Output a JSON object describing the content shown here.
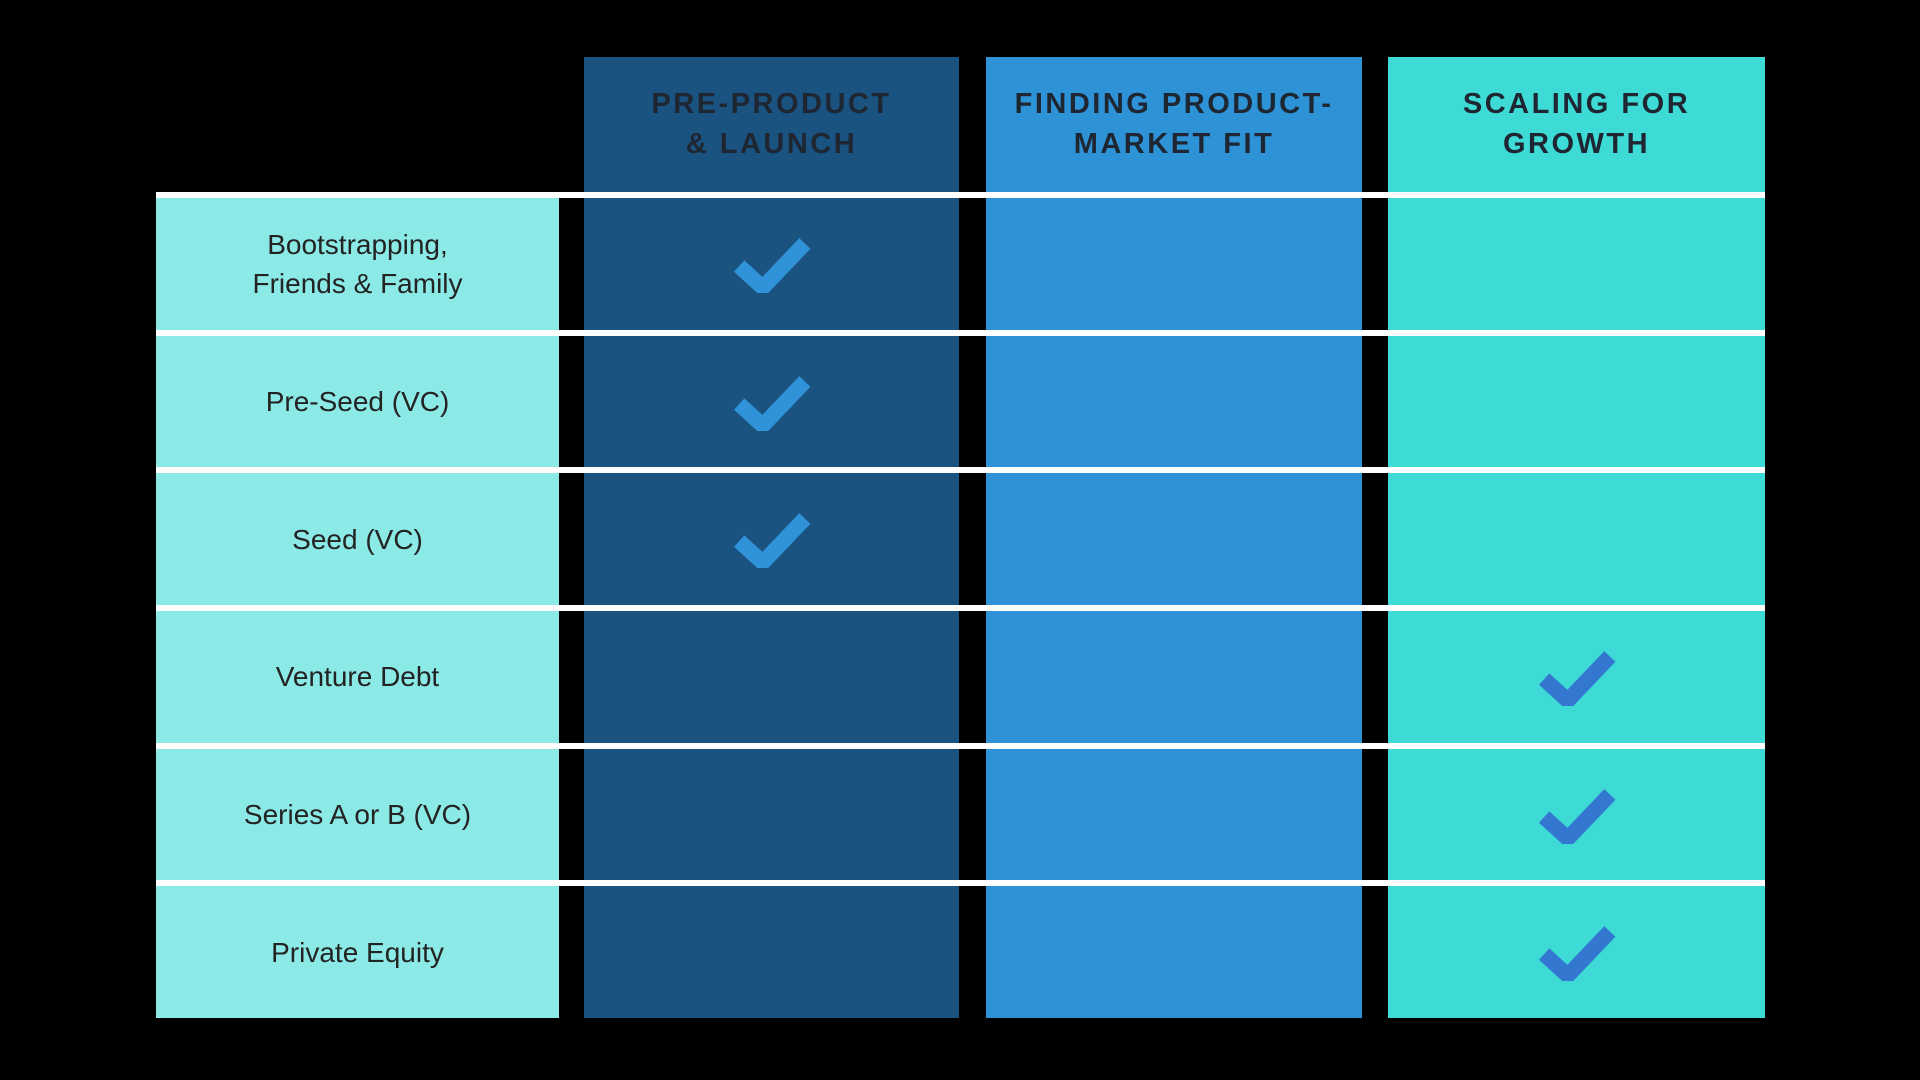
{
  "chart_data": {
    "type": "table",
    "title": "",
    "columns": [
      "PRE-PRODUCT & LAUNCH",
      "FINDING PRODUCT-MARKET FIT",
      "SCALING FOR GROWTH"
    ],
    "rows": [
      "Bootstrapping, Friends & Family",
      "Pre-Seed (VC)",
      "Seed (VC)",
      "Venture Debt",
      "Series A or B (VC)",
      "Private Equity"
    ],
    "values": [
      [
        1,
        0,
        0
      ],
      [
        1,
        0,
        0
      ],
      [
        1,
        0,
        0
      ],
      [
        0,
        0,
        1
      ],
      [
        0,
        0,
        1
      ],
      [
        0,
        0,
        1
      ]
    ],
    "legend_position": "none",
    "notes": "1 = blue checkmark present in cell, 0 = empty cell"
  },
  "table": {
    "headers": [
      {
        "label": "PRE-PRODUCT\n& LAUNCH"
      },
      {
        "label": "FINDING PRODUCT-\nMARKET FIT"
      },
      {
        "label": "SCALING FOR\nGROWTH"
      }
    ],
    "rows": [
      {
        "label": "Bootstrapping,\nFriends & Family",
        "checks": [
          true,
          false,
          false
        ]
      },
      {
        "label": "Pre-Seed (VC)",
        "checks": [
          true,
          false,
          false
        ]
      },
      {
        "label": "Seed (VC)",
        "checks": [
          true,
          false,
          false
        ]
      },
      {
        "label": "Venture Debt",
        "checks": [
          false,
          false,
          true
        ]
      },
      {
        "label": "Series A or B (VC)",
        "checks": [
          false,
          false,
          true
        ]
      },
      {
        "label": "Private Equity",
        "checks": [
          false,
          false,
          true
        ]
      }
    ]
  },
  "icons": {
    "check": "check-icon"
  },
  "colors": {
    "canvas": "#000000",
    "navy": "#1A5280",
    "blue": "#2D92D6",
    "teal": "#3DDAD6",
    "lightteal": "#8BE9E6",
    "check-blue": "#3092D8",
    "check-royal": "#3377D1",
    "divider": "#FFFFFF",
    "header-text": "#1E2631",
    "label-text": "#232323"
  }
}
